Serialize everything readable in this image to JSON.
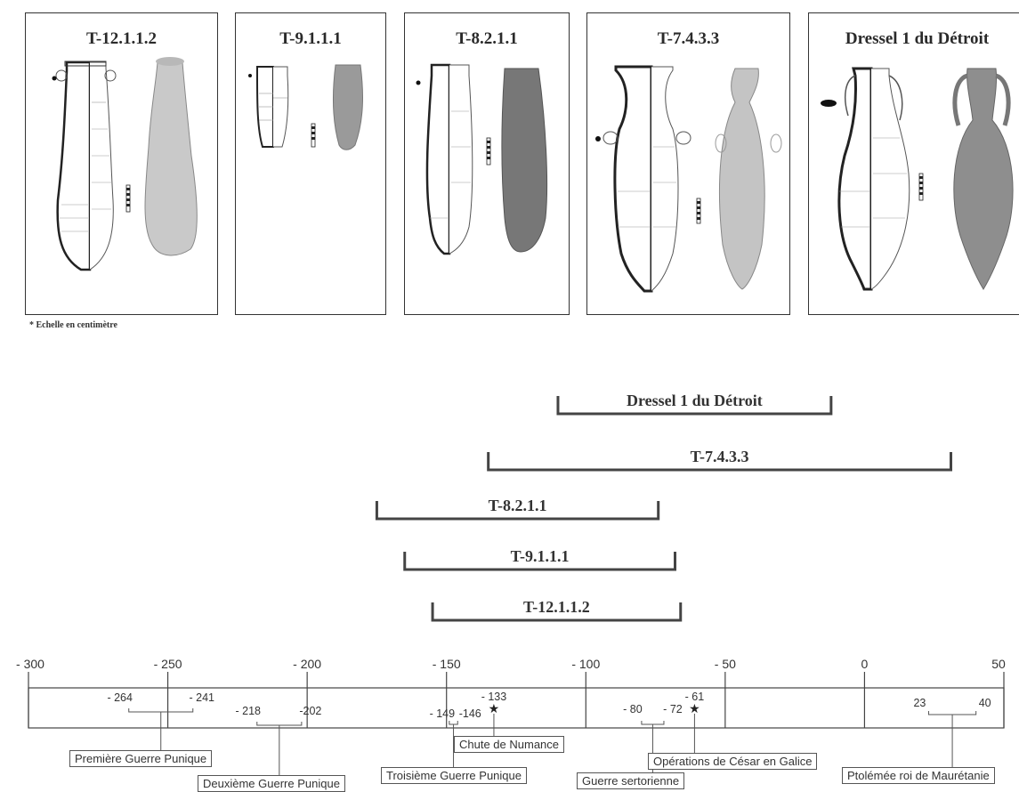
{
  "panels": [
    {
      "title": "T-12.1.1.2"
    },
    {
      "title": "T-9.1.1.1"
    },
    {
      "title": "T-8.2.1.1"
    },
    {
      "title": "T-7.4.3.3"
    },
    {
      "title": "Dressel 1 du Détroit"
    }
  ],
  "scale_note": "* Echelle en centimètre",
  "ranges": [
    {
      "label": "Dressel 1 du Détroit",
      "start": -110,
      "end": -12
    },
    {
      "label": "T-7.4.3.3",
      "start": -135,
      "end": 31
    },
    {
      "label": "T-8.2.1.1",
      "start": -175,
      "end": -74
    },
    {
      "label": "T-9.1.1.1",
      "start": -165,
      "end": -68
    },
    {
      "label": "T-12.1.1.2",
      "start": -155,
      "end": -66
    }
  ],
  "axis": {
    "ticks": [
      "- 300",
      "- 250",
      "- 200",
      "- 150",
      "- 100",
      "- 50",
      "0",
      "50"
    ],
    "tick_values": [
      -300,
      -250,
      -200,
      -150,
      -100,
      -50,
      0,
      50
    ]
  },
  "events": [
    {
      "dates": [
        "- 264",
        "- 241"
      ],
      "label": "Première Guerre Punique"
    },
    {
      "dates": [
        "- 218",
        "-202"
      ],
      "label": "Deuxième Guerre Punique"
    },
    {
      "dates": [
        "- 149",
        "-146"
      ],
      "label": "Troisième Guerre Punique"
    },
    {
      "dates": [
        "- 133"
      ],
      "label": "Chute de Numance"
    },
    {
      "dates": [
        "- 80",
        "- 72"
      ],
      "label": "Guerre sertorienne"
    },
    {
      "dates": [
        "- 61"
      ],
      "label": "Opérations de César en Galice"
    },
    {
      "dates": [
        "23",
        "40"
      ],
      "label": "Ptolémée roi de Maurétanie"
    }
  ],
  "icons": {
    "star": "star-icon",
    "scale_bar": "scale-bar-icon",
    "amphora": "amphora-icon"
  }
}
